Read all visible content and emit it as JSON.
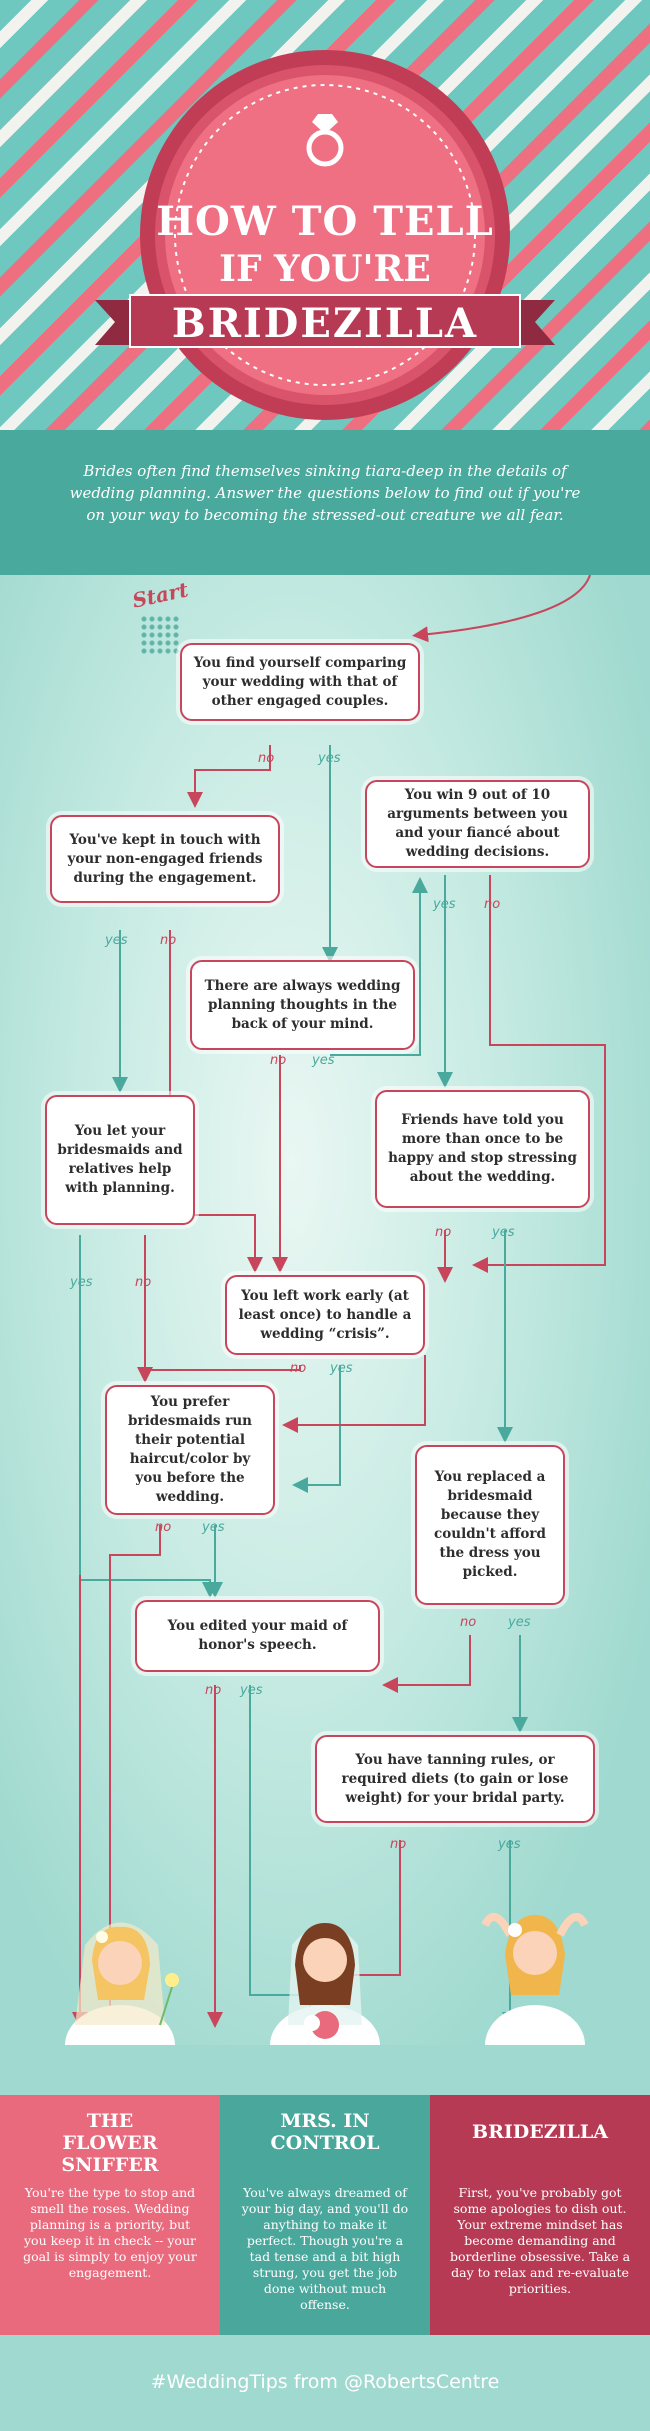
{
  "header": {
    "title_line1": "HOW TO TELL",
    "title_line2": "IF YOU'RE",
    "title_banner": "BRIDEZILLA",
    "ring_icon": "ring-icon"
  },
  "intro": {
    "text": "Brides often find themselves sinking tiara-deep in the details of wedding planning. Answer the questions below to find out if you're on your way to becoming the stressed-out creature we all fear."
  },
  "flow": {
    "start_label": "Start",
    "no_label": "no",
    "yes_label": "yes",
    "questions": {
      "q1": "You find yourself comparing your wedding with that of other engaged couples.",
      "q2": "You've kept in touch with your non-engaged friends during the engagement.",
      "q3": "You win 9 out of 10 arguments between you and your fiancé about wedding decisions.",
      "q4": "There are always wedding planning thoughts in the back of your mind.",
      "q5": "You let your bridesmaids and relatives help with planning.",
      "q6": "Friends have told you more than once to be happy and stop stressing about the wedding.",
      "q7": "You left work early (at least once) to handle a wedding “crisis”.",
      "q8": "You prefer bridesmaids run their potential haircut/color by you before the wedding.",
      "q9": "You replaced a bridesmaid because they couldn't afford the dress you picked.",
      "q10": "You edited your maid of honor's speech.",
      "q11": "You have tanning rules, or required diets (to gain or lose weight) for your bridal party."
    }
  },
  "results": [
    {
      "title": "THE FLOWER SNIFFER",
      "text": "You're the type to stop and smell the roses. Wedding planning is a priority, but you keep it in check -- your goal is simply to enjoy your engagement.",
      "color": "#e9697d"
    },
    {
      "title": "MRS. IN CONTROL",
      "text": "You've always dreamed of your big day, and you'll do anything to make it perfect. Though you're a tad tense and a bit high strung, you get the job done without much offense.",
      "color": "#4aa79b"
    },
    {
      "title": "BRIDEZILLA",
      "text": "First, you've probably got some apologies to dish out. Your extreme mindset has become demanding and borderline obsessive. Take a day to relax and re-evaluate priorities.",
      "color": "#b63a54"
    }
  ],
  "footer": {
    "text": "#WeddingTips from @RobertsCentre"
  },
  "colors": {
    "teal": "#49a99d",
    "pink": "#c8465c",
    "light_teal": "#9fd9cf"
  }
}
